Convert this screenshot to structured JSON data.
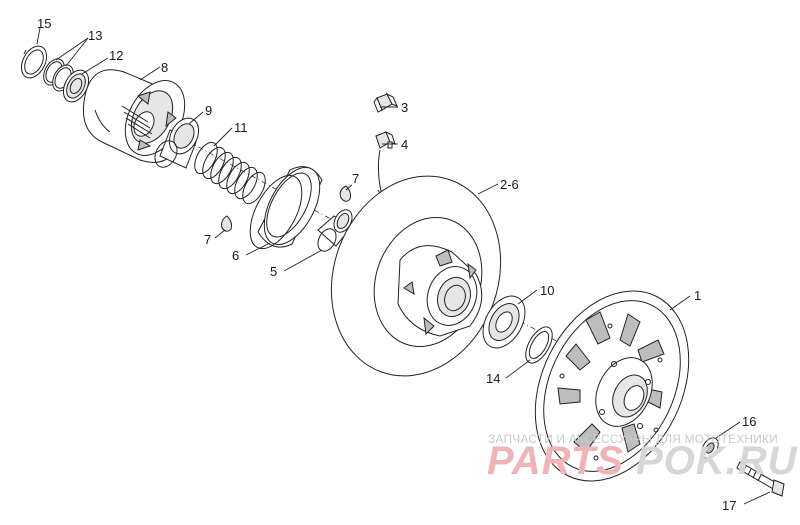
{
  "labels": {
    "l15": "15",
    "l13": "13",
    "l12": "12",
    "l8": "8",
    "l9": "9",
    "l11": "11",
    "l3": "3",
    "l4": "4",
    "l7a": "7",
    "l7b": "7",
    "l2_6": "2-6",
    "l6": "6",
    "l5": "5",
    "l10": "10",
    "l1": "1",
    "l14": "14",
    "l16": "16",
    "l17": "17"
  },
  "watermark": {
    "tagline": "ЗАПЧАСТИ И АКСЕССУАРЫ ДЛЯ МОТОТЕХНИКИ",
    "logo_left": "PARTS",
    "logo_right": "POK.RU"
  },
  "colors": {
    "line": "#222222",
    "watermark_red": "#f0b4b8",
    "watermark_gray": "#c9c9c9"
  }
}
